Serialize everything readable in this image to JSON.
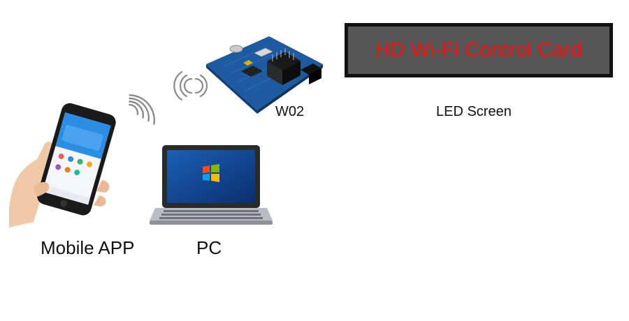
{
  "led_screen": {
    "text": "HD Wi-Fi Control Card",
    "label": "LED Screen",
    "text_color": "#ff0d0d",
    "panel_color": "#565656"
  },
  "controller": {
    "label": "W02",
    "board_color": "#1f5fa8"
  },
  "pc": {
    "label": "PC"
  },
  "mobile": {
    "label": "Mobile APP",
    "app_color": "#2b8de3"
  },
  "icons": [
    "wifi-signal-icon",
    "windows-logo-icon"
  ]
}
